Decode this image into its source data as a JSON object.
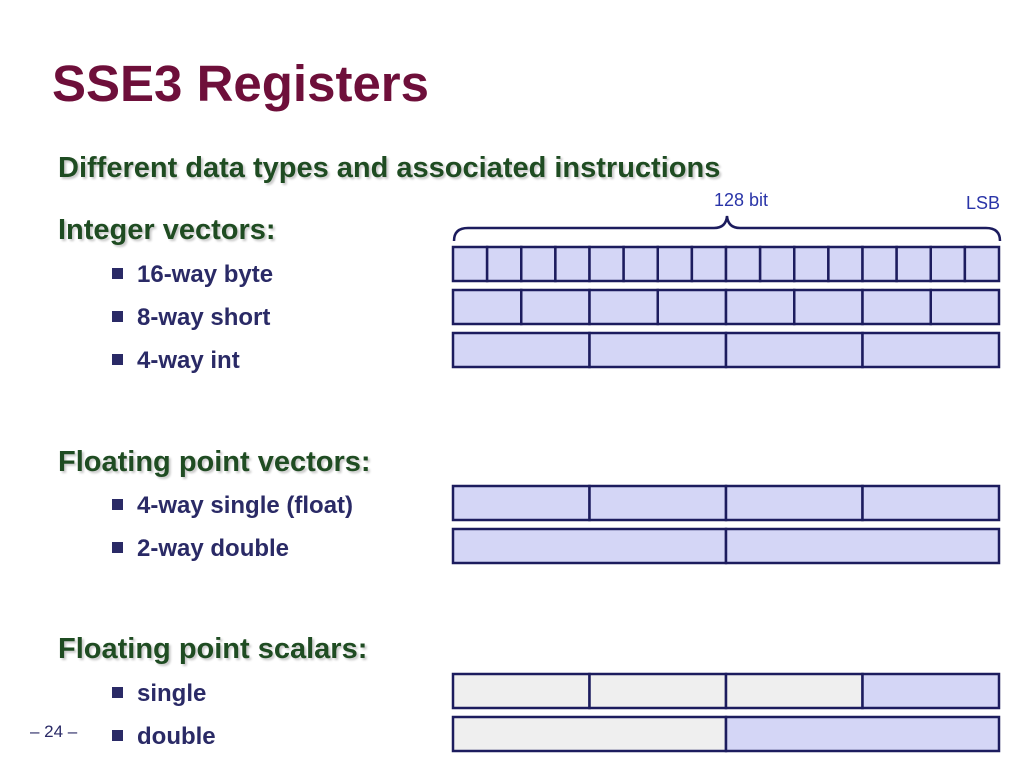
{
  "slide": {
    "title": "SSE3 Registers",
    "subtitle": "Different data types and associated instructions",
    "page_number": "– 24 –"
  },
  "register": {
    "width_label": "128 bit",
    "lsb_label": "LSB"
  },
  "sections": [
    {
      "heading": "Integer vectors:",
      "items": [
        {
          "label": "16-way byte",
          "lanes": 16,
          "active_lanes": 16
        },
        {
          "label": "8-way short",
          "lanes": 8,
          "active_lanes": 8
        },
        {
          "label": "4-way int",
          "lanes": 4,
          "active_lanes": 4
        }
      ]
    },
    {
      "heading": "Floating point vectors:",
      "items": [
        {
          "label": "4-way single (float)",
          "lanes": 4,
          "active_lanes": 4
        },
        {
          "label": "2-way double",
          "lanes": 2,
          "active_lanes": 2
        }
      ]
    },
    {
      "heading": "Floating point scalars:",
      "items": [
        {
          "label": "single",
          "lanes": 4,
          "active_lanes": 1
        },
        {
          "label": "double",
          "lanes": 2,
          "active_lanes": 1
        }
      ]
    }
  ],
  "colors": {
    "title": "#6e0f3a",
    "heading": "#1f4c22",
    "text": "#2a2a66",
    "label": "#2a35a8",
    "lane_active": "#d4d6f6",
    "lane_inactive": "#efefef",
    "border": "#1c1c5e"
  }
}
